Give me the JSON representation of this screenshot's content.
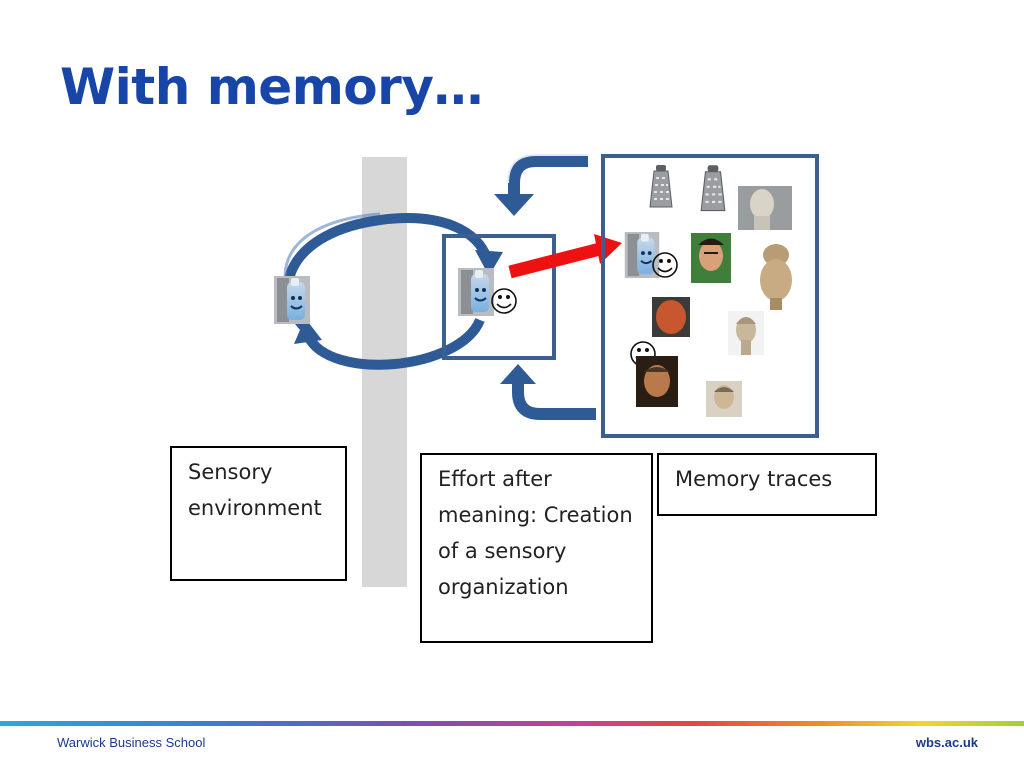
{
  "slide": {
    "title": "With memory…"
  },
  "diagram": {
    "boxes": {
      "sensory_environment": "Sensory environment",
      "effort_after_meaning": "Effort after meaning: Creation of a sensory organization",
      "memory_traces": "Memory traces"
    },
    "icons": [
      "cheese-grater-icon",
      "face-portrait-icon",
      "smiley-icon",
      "robot-figure-icon"
    ]
  },
  "footer": {
    "school": "Warwick Business School",
    "url": "wbs.ac.uk"
  },
  "colors": {
    "title": "#1846a8",
    "arrow_blue": "#2e5a96",
    "box_blue": "#3b5f8e",
    "red_arrow": "#ee1111",
    "divider": "#d7d7d7"
  }
}
